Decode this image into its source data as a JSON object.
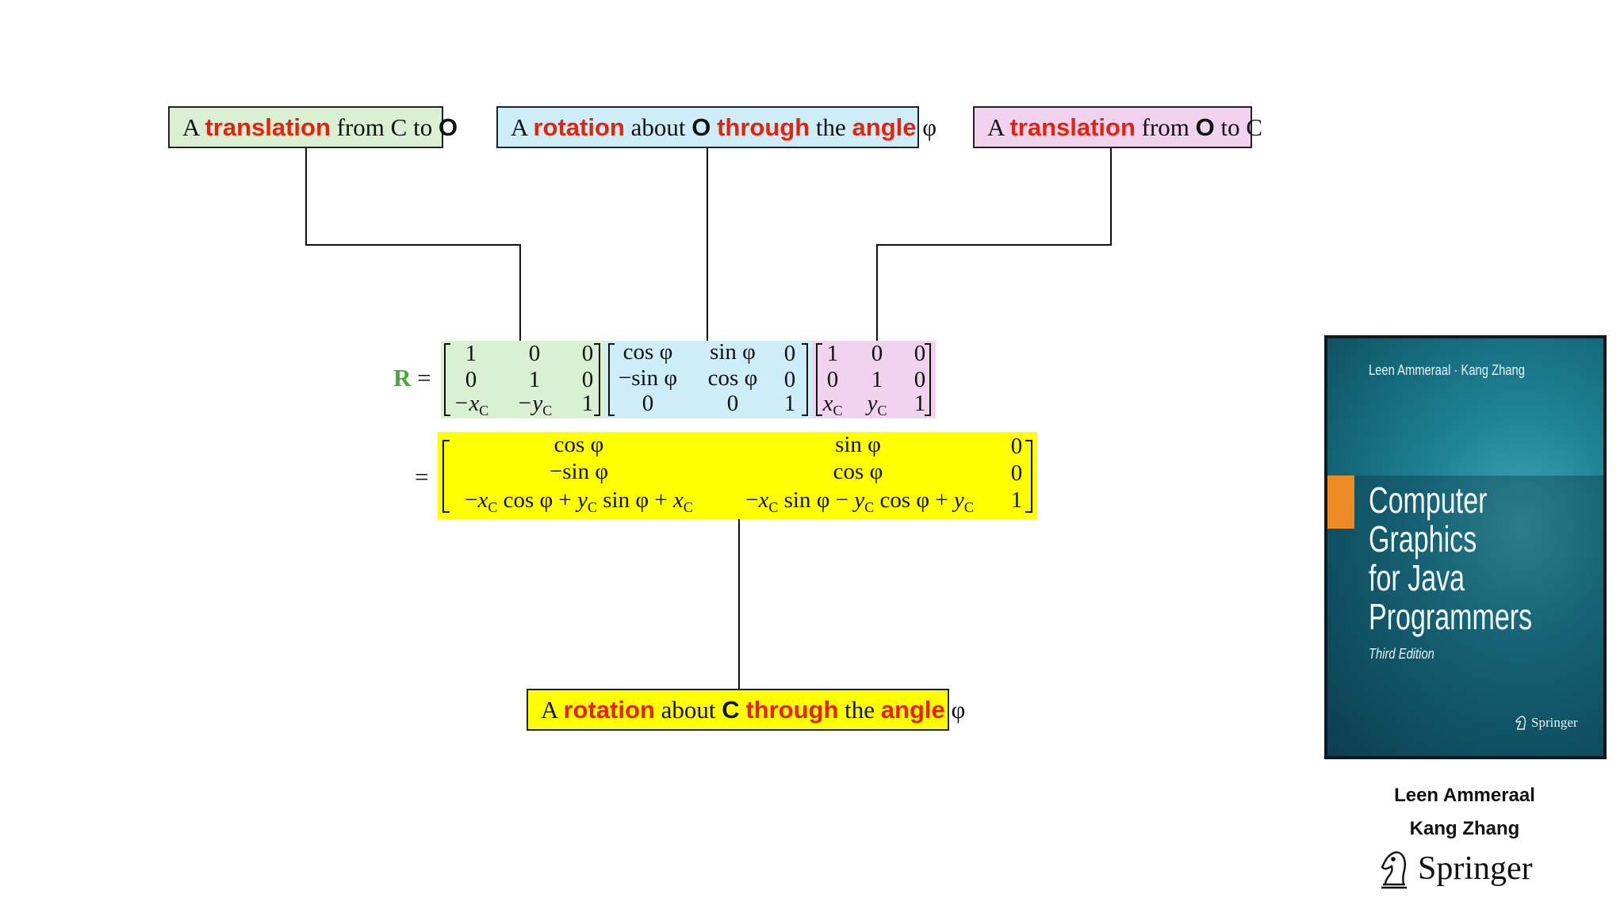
{
  "labels": {
    "t1": {
      "p1": "A ",
      "p2": "translation",
      "p3": " from C to ",
      "p4": "O"
    },
    "rot": {
      "p1": "A ",
      "p2": "rotation",
      "p3": " about ",
      "p4": "O",
      "p5": " ",
      "p6": "through",
      "p7": " the ",
      "p8": "angle",
      "p9": " φ"
    },
    "t2": {
      "p1": "A ",
      "p2": "translation",
      "p3": " from ",
      "p4": "O",
      "p5": " to C"
    },
    "bottom": {
      "p1": "A ",
      "p2": "rotation",
      "p3": " about ",
      "p4": "C",
      "p5": " ",
      "p6": "through",
      "p7": " the ",
      "p8": "angle",
      "p9": " φ"
    }
  },
  "equation": {
    "R": "R",
    "eq": "=",
    "m1": [
      "1",
      "0",
      "0",
      "0",
      "1",
      "0",
      "−x",
      "C",
      "−y",
      "C",
      "1"
    ],
    "m2": [
      "cos φ",
      "sin φ",
      "0",
      "−sin φ",
      "cos φ",
      "0",
      "0",
      "0",
      "1"
    ],
    "m3": [
      "1",
      "0",
      "0",
      "0",
      "1",
      "0",
      "x",
      "C",
      "y",
      "C",
      "1"
    ],
    "result": [
      "cos φ",
      "sin φ",
      "0",
      "−sin φ",
      "cos φ",
      "0",
      "1"
    ]
  },
  "colors": {
    "green": "#d9f0d3",
    "blue": "#cdeef8",
    "pink": "#f1d3ef",
    "yellow": "#ffff00",
    "red_text": "#e8210b",
    "R_green": "#4aa83a"
  },
  "book": {
    "authors": "Leen Ammeraal · Kang Zhang",
    "title": [
      "Computer",
      "Graphics",
      "for Java",
      "Programmers"
    ],
    "edition": "Third Edition",
    "publisher": "Springer",
    "publisher_icon": "knight-chess-piece-icon"
  },
  "credits": {
    "author1": "Leen Ammeraal",
    "author2": "Kang Zhang",
    "publisher": "Springer"
  }
}
